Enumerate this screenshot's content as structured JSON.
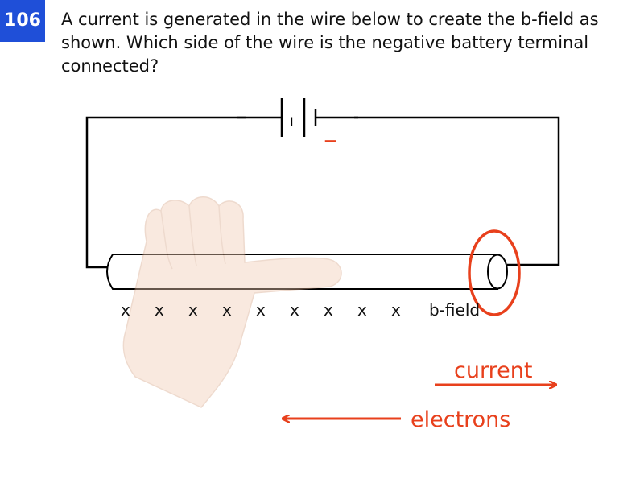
{
  "slide": {
    "number": "106",
    "question": "A current is generated in the wire below to create the b-field as shown. Which side of the wire is the negative battery terminal connected?"
  },
  "diagram": {
    "battery_plus_mark": "I",
    "battery_minus_mark": "_",
    "field_marks": [
      "x",
      "x",
      "x",
      "x",
      "x",
      "x",
      "x",
      "x",
      "x"
    ],
    "field_label": "b-field",
    "current_label": "current",
    "electrons_label": "electrons",
    "annotation_color": "#e8401c",
    "hand_icon": "right-hand-thumb-icon"
  }
}
